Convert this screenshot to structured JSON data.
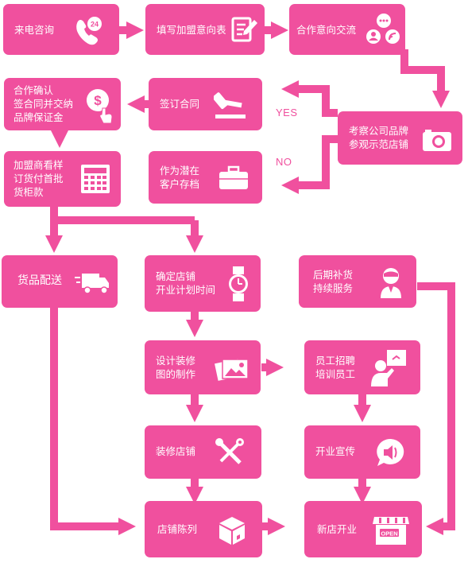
{
  "steps": {
    "call": "来电咨询",
    "form": "填写加盟意向表",
    "talk": "合作意向交流",
    "inspect": "考察公司品牌\n参观示范店铺",
    "sign": "签订合同",
    "confirm": "合作确认\n签合同并交纳\n品牌保证金",
    "order": "加盟商看样\n订货付首批\n货柜款",
    "potential": "作为潜在\n客户存档",
    "delivery": "货品配送",
    "schedule": "确定店铺\n开业计划时间",
    "restock": "后期补货\n持续服务",
    "design": "设计装修\n图的制作",
    "hire": "员工招聘\n培训员工",
    "decorate": "装修店铺",
    "promote": "开业宣传",
    "display": "店铺陈列",
    "open": "新店开业"
  },
  "decisions": {
    "yes": "YES",
    "no": "NO"
  },
  "icon_text": {
    "phone_24": "24",
    "shop_sign": "OPEN"
  },
  "colors": {
    "box": "#f0509e",
    "text": "#ffffff"
  }
}
